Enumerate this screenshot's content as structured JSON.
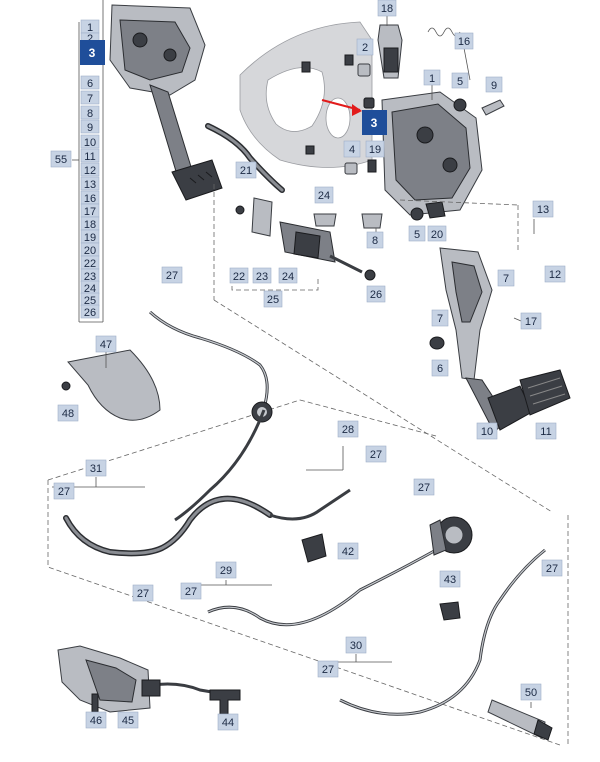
{
  "diagram": {
    "title": "",
    "highlight_color": "#1f4e9a",
    "callout_color": "#c7d3e4",
    "highlighted_part": "3",
    "left_list": {
      "group_label": "55",
      "items": [
        "1",
        "2",
        "3",
        "6",
        "7",
        "8",
        "9",
        "10",
        "11",
        "12",
        "13",
        "16",
        "17",
        "18",
        "19",
        "20",
        "22",
        "23",
        "24",
        "25",
        "26"
      ]
    },
    "callouts": [
      "18",
      "2",
      "16",
      "1",
      "5",
      "9",
      "3",
      "4",
      "19",
      "21",
      "24",
      "8",
      "5",
      "20",
      "13",
      "22",
      "23",
      "24",
      "25",
      "26",
      "7",
      "12",
      "27",
      "47",
      "48",
      "7",
      "17",
      "6",
      "10",
      "11",
      "28",
      "27",
      "31",
      "27",
      "27",
      "42",
      "27",
      "27",
      "29",
      "27",
      "43",
      "30",
      "27",
      "50",
      "46",
      "45",
      "44"
    ]
  }
}
